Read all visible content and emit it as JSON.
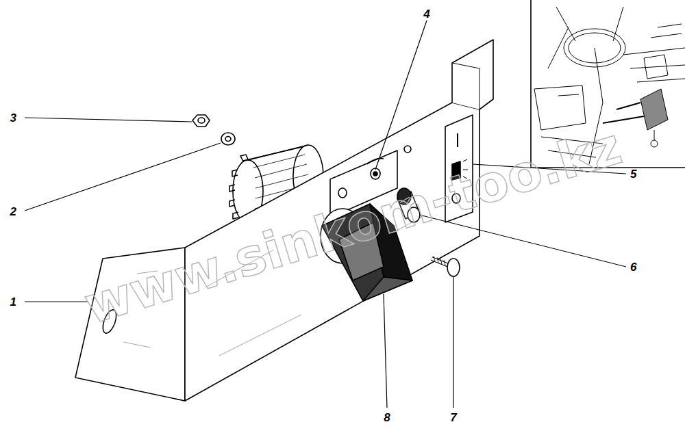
{
  "diagram": {
    "labels": [
      "1",
      "2",
      "3",
      "4",
      "5",
      "6",
      "7",
      "8",
      "www.sinkom-too.kz"
    ]
  }
}
